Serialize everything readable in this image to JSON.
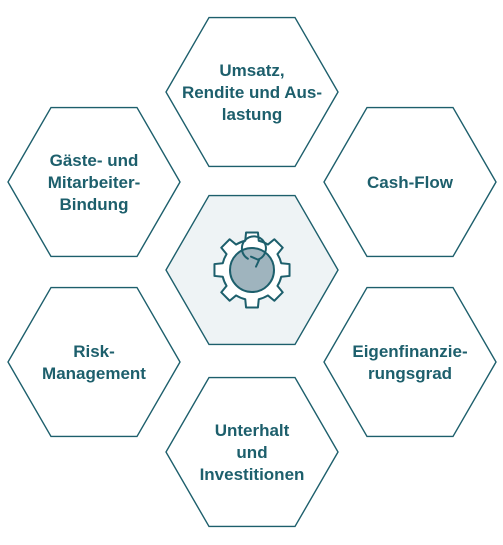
{
  "diagram": {
    "colors": {
      "outline": "#1d5f6c",
      "center_fill": "#eef3f5",
      "gear_stroke": "#1d5f6c",
      "gear_disc": "#9fb4be",
      "text": "#1d5f6c"
    },
    "center_icon": "gear-refresh-icon",
    "hexagons": [
      {
        "id": "umsatz",
        "lines": [
          "Umsatz,",
          "Rendite und Aus-",
          "lastung"
        ]
      },
      {
        "id": "cashflow",
        "lines": [
          "Cash-Flow"
        ]
      },
      {
        "id": "eigenfinanzierung",
        "lines": [
          "Eigenfinanzie-",
          "rungsgrad"
        ]
      },
      {
        "id": "unterhalt",
        "lines": [
          "Unterhalt",
          "und",
          "Investitionen"
        ]
      },
      {
        "id": "risk",
        "lines": [
          "Risk-",
          "Management"
        ]
      },
      {
        "id": "gaeste",
        "lines": [
          "Gäste- und",
          "Mitarbeiter-",
          "Bindung"
        ]
      }
    ]
  }
}
